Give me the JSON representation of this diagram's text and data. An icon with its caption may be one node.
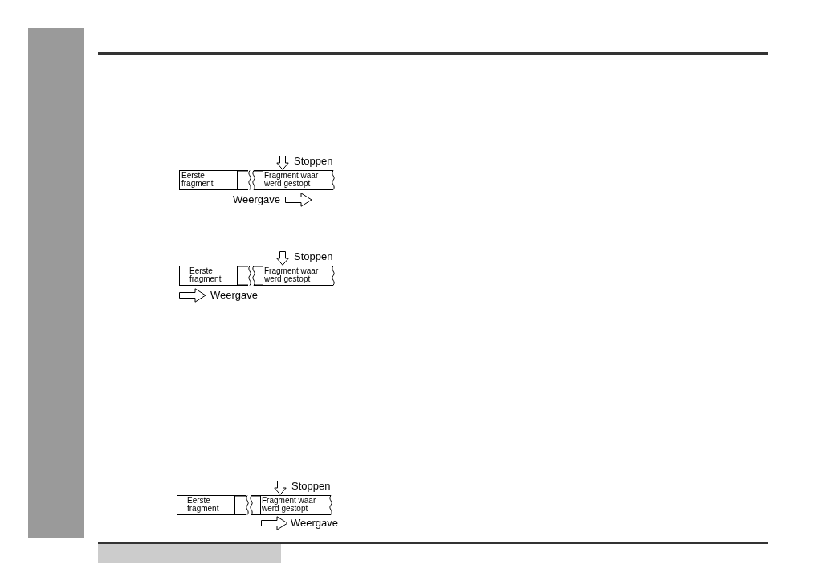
{
  "diagram": {
    "nodes": [
      {
        "text": [
          "Eerste fragment"
        ]
      },
      {
        "text": [
          "Fragment waar werd gestopt"
        ]
      },
      {
        "text": [
          "Eerste fragment"
        ]
      },
      {
        "text": [
          "Fragment waar werd gestopt"
        ]
      },
      {
        "text": [
          "Eerste fragment"
        ]
      },
      {
        "text": [
          "Fragment waar werd gestopt"
        ]
      },
      {
        "text": [],
        "shape": "bar"
      }
    ],
    "labels": [
      "Stoppen",
      "Weergave",
      "Stoppen",
      "Weergave",
      "Stoppen",
      "Weergave"
    ]
  }
}
